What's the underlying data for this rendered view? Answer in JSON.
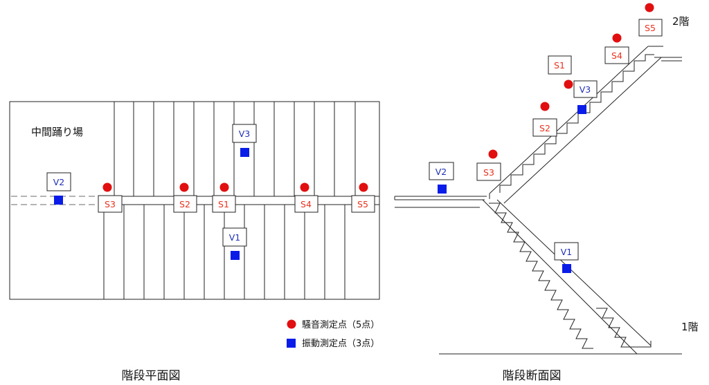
{
  "plan": {
    "title": "階段平面図",
    "landing_label": "中間踊り場"
  },
  "section": {
    "title": "階段断面図",
    "floor2_label": "2階",
    "floor1_label": "1階"
  },
  "legend": {
    "noise": "騒音測定点（5点）",
    "vibration": "振動測定点（3点）"
  },
  "markers": {
    "S1": "S1",
    "S2": "S2",
    "S3": "S3",
    "S4": "S4",
    "S5": "S5",
    "V1": "V1",
    "V2": "V2",
    "V3": "V3"
  },
  "colors": {
    "noise_point": "#e10f0f",
    "vibration_point": "#0a1de8",
    "noise_label_text": "#e8321e",
    "vibration_label_text": "#1f2fb8"
  }
}
